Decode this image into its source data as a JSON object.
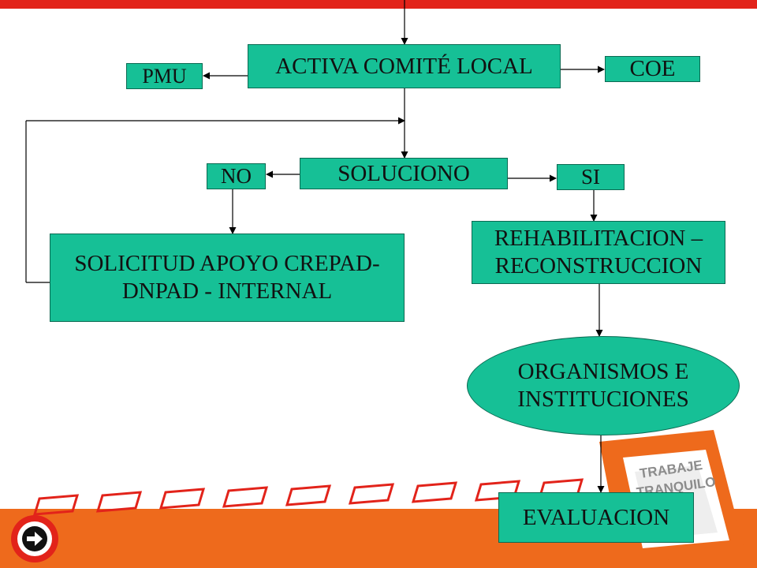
{
  "nodes": {
    "activa": "ACTIVA COMITÉ LOCAL",
    "pmu": "PMU",
    "coe": "COE",
    "soluciono": "SOLUCIONO",
    "no": "NO",
    "si": "SI",
    "solicitud_l1": "SOLICITUD APOYO CREPAD-",
    "solicitud_l2": "DNPAD - INTERNAL",
    "rehab_l1": "REHABILITACION –",
    "rehab_l2": "RECONSTRUCCION",
    "organismos_l1": "ORGANISMOS E",
    "organismos_l2": "INSTITUCIONES",
    "evaluacion": "EVALUACION"
  },
  "sign": {
    "line1": "TRABAJE",
    "line2": "TRANQUILO"
  },
  "colors": {
    "node_fill": "#16c096",
    "accent_red": "#e2231a",
    "accent_orange": "#ee6a1c"
  }
}
